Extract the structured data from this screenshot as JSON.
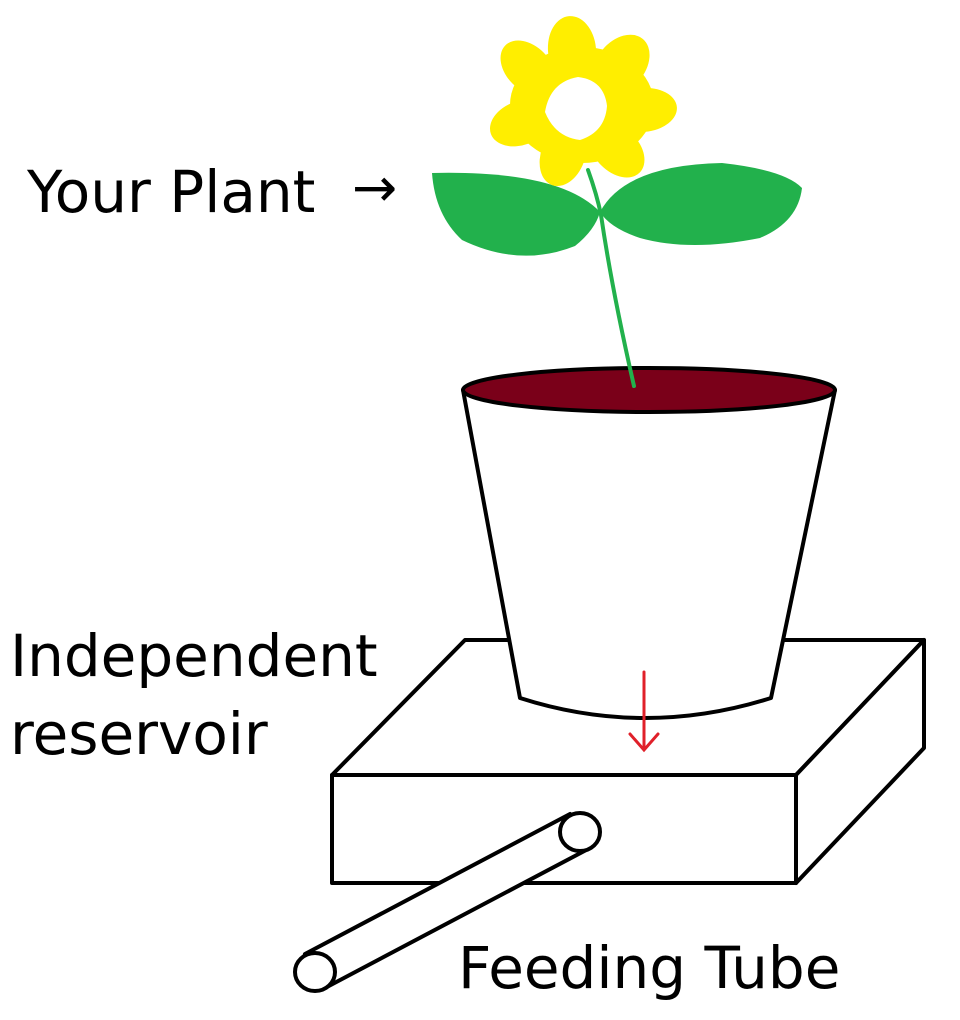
{
  "labels": {
    "plant": "Your Plant",
    "plant_arrow": "→",
    "reservoir_line1": "Independent",
    "reservoir_line2": "reservoir",
    "tube": "Feeding Tube"
  },
  "colors": {
    "petals": "#ffee00",
    "leaves": "#22b14c",
    "stem": "#22b14c",
    "soil": "#7a0019",
    "arrow": "#e0202a",
    "outline": "#000000",
    "background": "#ffffff"
  }
}
